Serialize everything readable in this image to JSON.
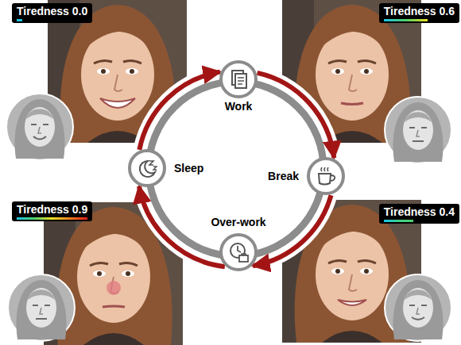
{
  "diagram": {
    "nodes": [
      {
        "text": [
          "Tiredness 0.0"
        ]
      },
      {
        "text": [
          "Tiredness 0.6"
        ]
      },
      {
        "text": [
          "Work"
        ]
      },
      {
        "text": [
          "Sleep"
        ]
      },
      {
        "text": [
          "Break"
        ]
      },
      {
        "text": [
          "Over-work"
        ]
      },
      {
        "text": [
          "Tiredness 0.9"
        ]
      },
      {
        "text": [
          "Tiredness 0.4"
        ]
      }
    ],
    "edges": [
      {
        "from": 2,
        "to": 4,
        "arrow": "to"
      },
      {
        "from": 4,
        "to": 5,
        "arrow": "to"
      },
      {
        "from": 5,
        "to": 3,
        "arrow": "to"
      },
      {
        "from": 3,
        "to": 2,
        "arrow": "to"
      }
    ]
  }
}
